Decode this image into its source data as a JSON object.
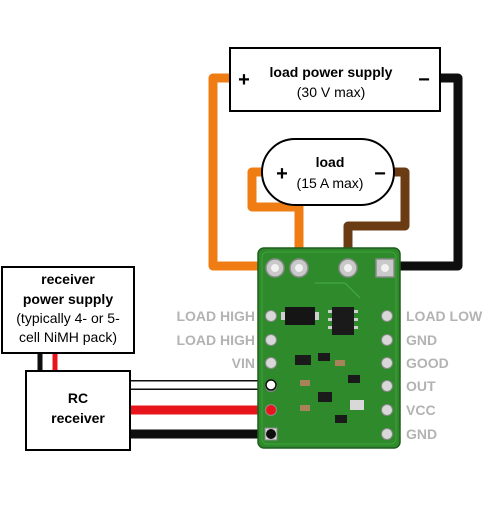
{
  "load_supply": {
    "title": "load power supply",
    "subtitle": "(30 V max)",
    "plus": "+",
    "minus": "−"
  },
  "load": {
    "title": "load",
    "subtitle": "(15 A max)",
    "plus": "+",
    "minus": "−"
  },
  "receiver_supply": {
    "lines": [
      "receiver",
      "power supply",
      "(typically 4- or 5-",
      "cell NiMH pack)"
    ]
  },
  "rc_receiver": {
    "lines": [
      "RC",
      "receiver"
    ]
  },
  "pins_left": [
    "LOAD HIGH",
    "LOAD HIGH",
    "VIN"
  ],
  "pins_right": [
    "LOAD LOW",
    "GND",
    "GOOD",
    "OUT",
    "VCC",
    "GND"
  ],
  "colors": {
    "orange_wire": "#f07c14",
    "brown_wire": "#6b3c14",
    "black_wire": "#0e0e0e",
    "red_wire": "#e8141b",
    "white_wire": "#ffffff",
    "board_green": "#2f8a2c",
    "pin_label_gray": "#b3b3b3"
  }
}
